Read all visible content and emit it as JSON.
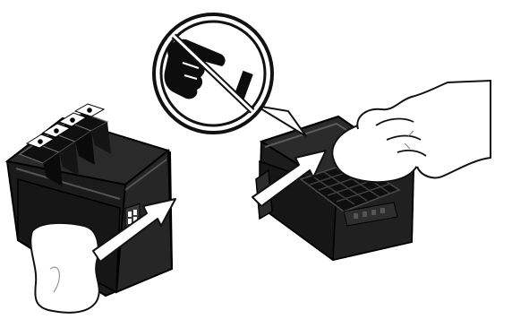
{
  "illustration": {
    "step_left": "wipe-printhead-contacts",
    "step_right": "wipe-printhead-nozzles",
    "warning_symbol": "no-touch-sign",
    "ink_icons": [
      "drop-icon",
      "drop-icon",
      "drop-icon",
      "drop-icon"
    ],
    "colors": {
      "body": "#1f1f1f",
      "body_dark": "#0d0d0d",
      "body_highlight": "#5a5a5a",
      "cloth": "#ffffff",
      "outline": "#111111",
      "arrow_fill": "#ffffff"
    }
  }
}
